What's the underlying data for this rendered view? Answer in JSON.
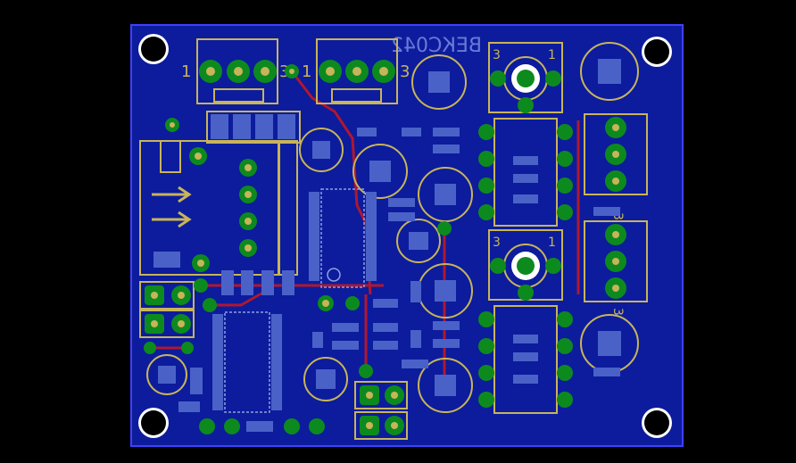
{
  "board": {
    "background_color": "#000000",
    "copper_color": "#0c1c9c",
    "outline_color": "#4040ff",
    "silk_color": "#c8b45a",
    "pad_color": "#0d8a1e",
    "trace_color": "#b0172f"
  },
  "labels": {
    "conn_top_left_pin1": "1",
    "conn_top_left_pin3": "3",
    "conn_top_mid_pin1": "1",
    "conn_top_mid_pin3": "3",
    "pot_top_pin3": "3",
    "pot_top_pin1": "1",
    "pot_mid_pin3": "3",
    "pot_mid_pin1": "1",
    "conn_right_top_pin3": "3",
    "conn_right_bottom_pin3": "3",
    "mirrored_title": "ВЕКС042"
  }
}
